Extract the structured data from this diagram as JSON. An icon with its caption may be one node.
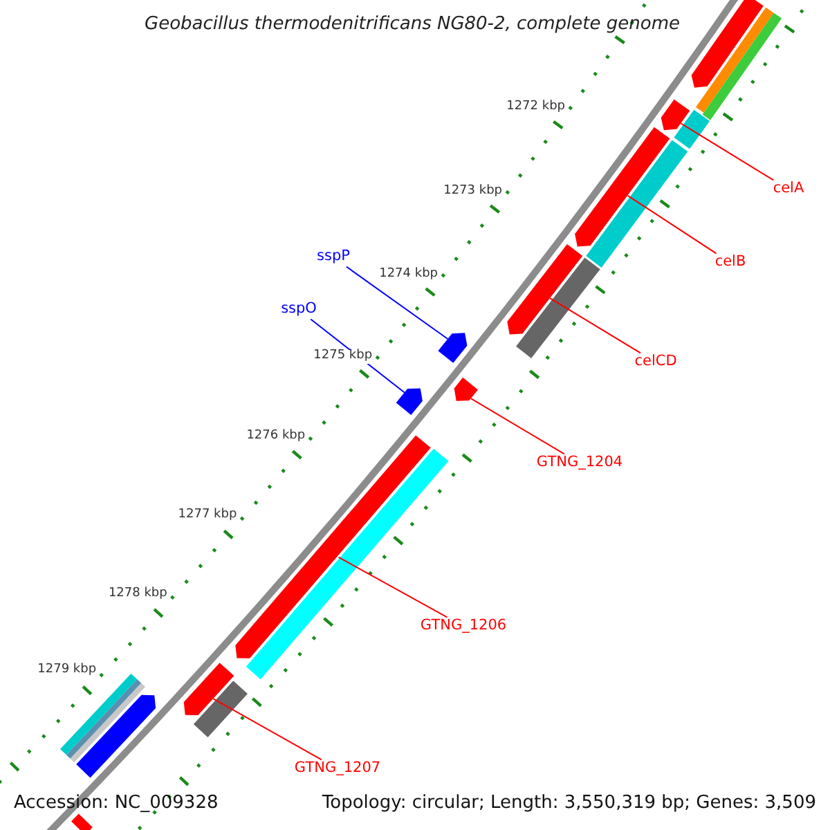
{
  "diagram": {
    "title": "Geobacillus thermodenitrificans NG80-2, complete genome",
    "nodes": [
      {
        "text": [
          "celA"
        ]
      },
      {
        "text": [
          "sspP"
        ]
      },
      {
        "text": [
          "celB"
        ]
      },
      {
        "text": [
          "sspO"
        ]
      },
      {
        "text": [
          "celCD"
        ]
      },
      {
        "text": [
          "GTNG_1204"
        ]
      },
      {
        "text": [
          "GTNG_1206"
        ]
      },
      {
        "text": [
          "GTNG_1207"
        ]
      },
      {
        "text": [],
        "shape": "pentagon"
      },
      {
        "text": [],
        "shape": "pentagon"
      },
      {
        "text": [],
        "shape": "pentagon"
      },
      {
        "text": [],
        "shape": "pentagon"
      },
      {
        "text": [],
        "shape": "pentagon"
      },
      {
        "text": [],
        "shape": "pentagon"
      },
      {
        "text": [],
        "shape": "pentagon"
      },
      {
        "text": [],
        "shape": "pentagon"
      },
      {
        "text": [],
        "shape": "pentagon"
      },
      {
        "text": [],
        "shape": "bar"
      },
      {
        "text": [],
        "shape": "bar"
      },
      {
        "text": [],
        "shape": "bar"
      },
      {
        "text": [],
        "shape": "bar"
      },
      {
        "text": [],
        "shape": "bar"
      },
      {
        "text": [],
        "shape": "bar"
      },
      {
        "text": [],
        "shape": "bar"
      },
      {
        "text": [],
        "shape": "pentagon"
      },
      {
        "text": [],
        "shape": "pentagon"
      },
      {
        "text": [],
        "shape": "bar"
      },
      {
        "text": [],
        "shape": "bar"
      },
      {
        "text": [],
        "shape": "bar"
      }
    ],
    "edges": [
      {
        "from": 0,
        "to": 8,
        "arrow": "none"
      },
      {
        "from": 1,
        "to": 9,
        "arrow": "none",
        "color": "#0000ff"
      },
      {
        "from": 2,
        "to": 10,
        "arrow": "none"
      },
      {
        "from": 3,
        "to": 11,
        "arrow": "none",
        "color": "#0000ff"
      },
      {
        "from": 4,
        "to": 12,
        "arrow": "none"
      },
      {
        "from": 5,
        "to": 13,
        "arrow": "none"
      },
      {
        "from": 6,
        "to": 14,
        "arrow": "none"
      },
      {
        "from": 7,
        "to": 15,
        "arrow": "none"
      }
    ],
    "labels": [
      "1272 kbp",
      "1273 kbp",
      "1274 kbp",
      "1275 kbp",
      "1276 kbp",
      "1277 kbp",
      "1278 kbp",
      "1279 kbp",
      "Accession: NC_009328",
      "Topology: circular; Length: 3,550,319 bp; Genes: 3,509"
    ]
  }
}
